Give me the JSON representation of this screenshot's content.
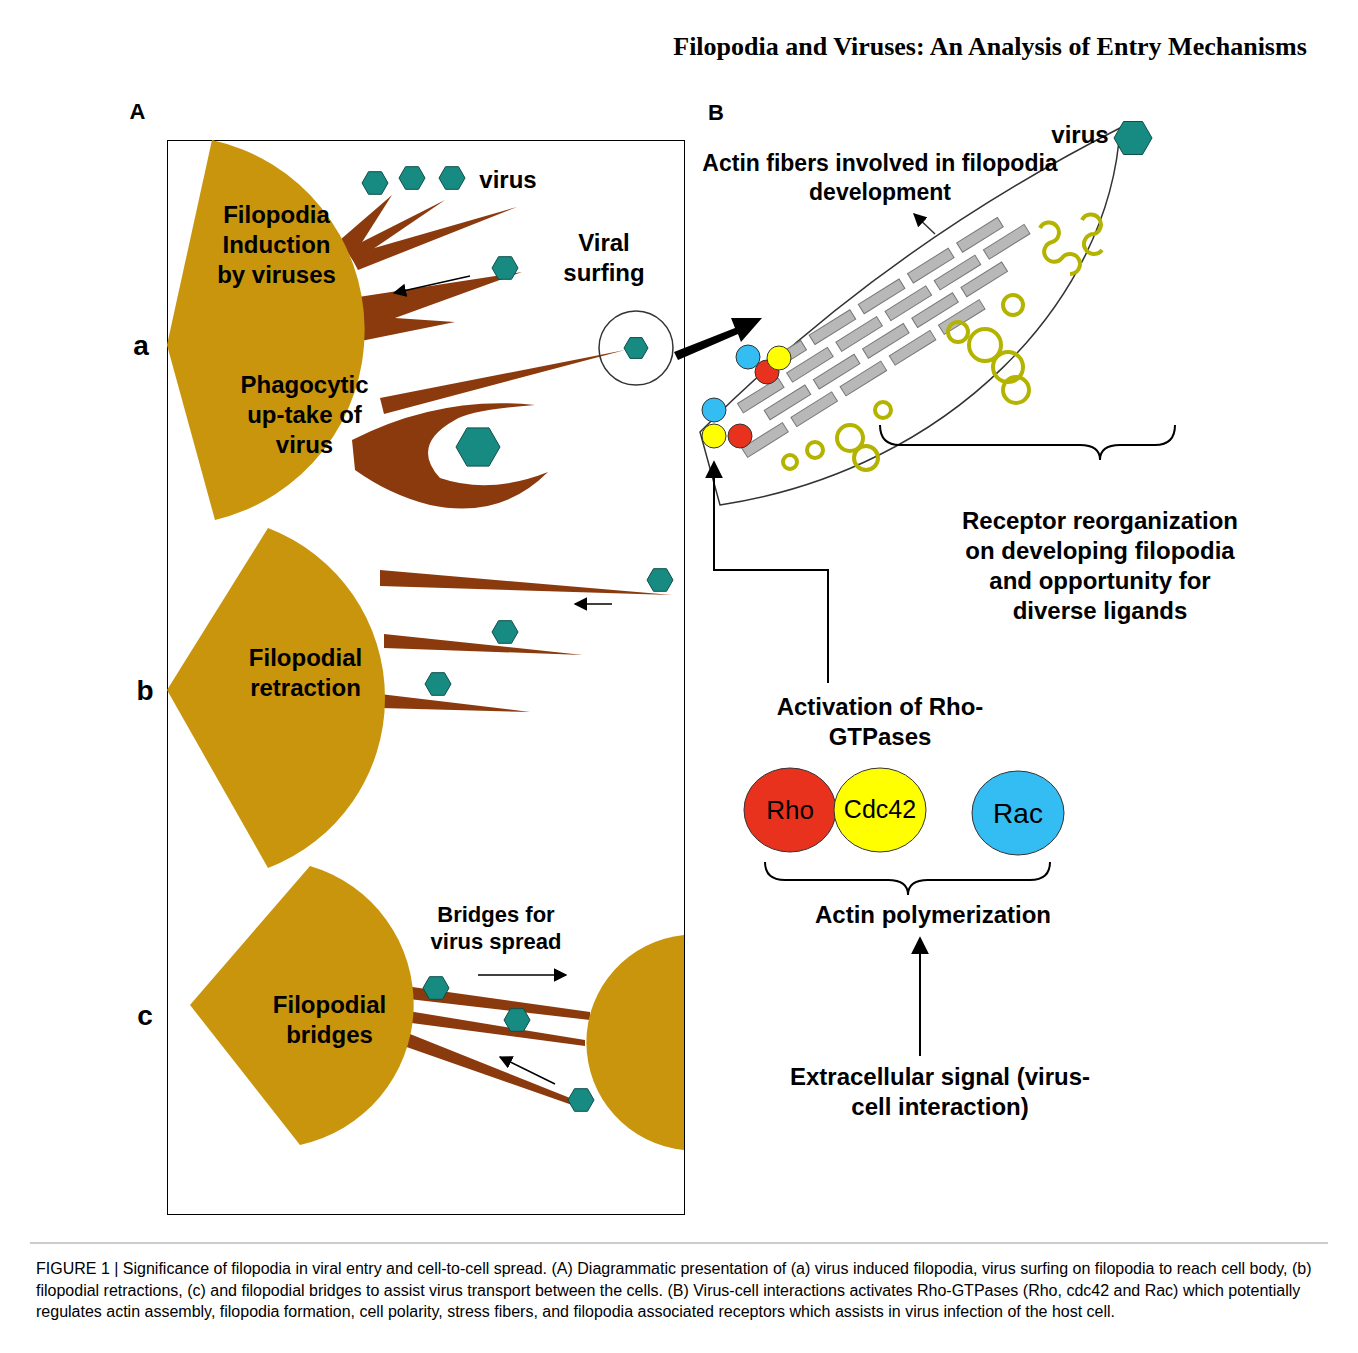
{
  "diagram": {
    "title": "Filopodia and Viruses: An Analysis of Entry Mechanisms",
    "caption": "FIGURE 1 | Significance of filopodia in viral entry and cell-to-cell spread. (A) Diagrammatic presentation of (a) virus induced filopodia, virus surfing on filopodia to reach cell body, (b) filopodial retractions, (c) and filopodial bridges to assist virus transport between the cells. (B) Virus-cell interactions activates Rho-GTPases (Rho, cdc42 and Rac) which potentially regulates actin assembly, filopodia formation, cell polarity, stress fibers, and filopodia associated receptors which assists in virus infection of the host cell.",
    "nodes": [
      {
        "text": [
          "A"
        ]
      },
      {
        "text": [
          "Filopodia Induction by viruses",
          "Phagocytic up-take of virus"
        ],
        "in": 0
      },
      {
        "text": [
          "Filopodial retraction"
        ],
        "in": 0
      },
      {
        "text": [
          "Filopodial bridges"
        ],
        "in": 0
      },
      {
        "text": [
          "Rho"
        ]
      },
      {
        "text": [
          "Cdc42"
        ]
      },
      {
        "text": [
          "Rac"
        ]
      }
    ],
    "labels": [
      "B",
      "virus",
      "Viral surfing",
      "a",
      "b",
      "c",
      "Bridges for virus spread",
      "virus",
      "Actin fibers involved in filopodia development",
      "Receptor reorganization on developing filopodia and opportunity for diverse ligands",
      "Activation of Rho-GTPases",
      "Actin polymerization",
      "Extracellular signal (virus-cell interaction)"
    ]
  }
}
